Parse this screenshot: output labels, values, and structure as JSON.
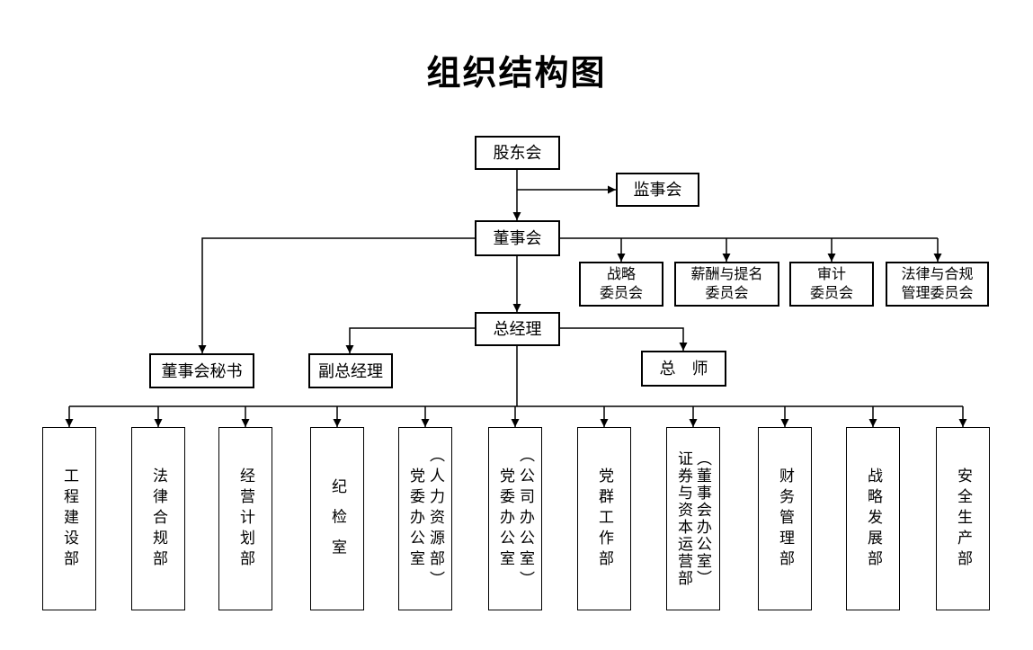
{
  "title": "组织结构图",
  "top": {
    "shareholders": "股东会",
    "supervisory_board": "监事会",
    "board_of_directors": "董事会",
    "general_manager": "总经理",
    "board_secretary": "董事会秘书",
    "deputy_general_manager": "副总经理",
    "chief_engineer": "总　师"
  },
  "committees": [
    {
      "label": "战略\n委员会"
    },
    {
      "label": "薪酬与提名\n委员会"
    },
    {
      "label": "审计\n委员会"
    },
    {
      "label": "法律与合规\n管理委员会"
    }
  ],
  "departments": [
    {
      "label": "工程建设部"
    },
    {
      "label": "法律合规部"
    },
    {
      "label": "经营计划部"
    },
    {
      "label": "纪 检 室"
    },
    {
      "label": "党委办公室\n（人力资源部）"
    },
    {
      "label": "党委办公室\n（公司办公室）"
    },
    {
      "label": "党群工作部"
    },
    {
      "label": "证券与资本运营部\n（董事会办公室）"
    },
    {
      "label": "财务管理部"
    },
    {
      "label": "战略发展部"
    },
    {
      "label": "安全生产部"
    }
  ],
  "colors": {
    "background": "#ffffff",
    "line": "#000000",
    "text": "#000000"
  }
}
